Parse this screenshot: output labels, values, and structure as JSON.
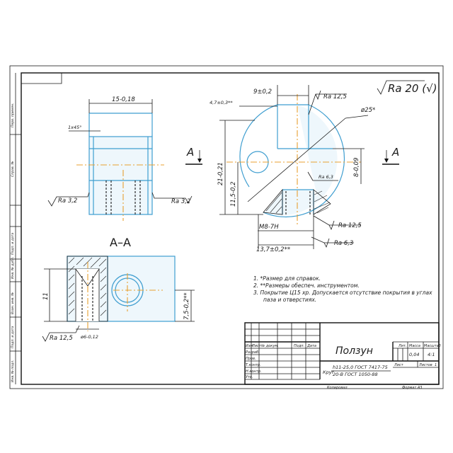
{
  "roughness_general": "Ra 20 (√)",
  "section_label": "А–А",
  "cut_marker_left": "А",
  "cut_marker_right": "А",
  "side_view": {
    "width_dim": "15-0,18",
    "chamfer": "1x45°",
    "ra_left": "Ra 3,2",
    "ra_right": "Ra 3,2"
  },
  "front_view": {
    "dim_top": "9±0,2",
    "dim_left_top": "4,7±0,3**",
    "dim_height": "21-0,21",
    "dim_inner_height": "11,5-0,2",
    "dim_bottom_width": "13,7±0,2**",
    "dim_right": "8-0,09",
    "dia": "ø25*",
    "thread": "M8-7H",
    "ra_top": "Ra 12,5",
    "ra_hole": "Ra 6,3",
    "ra_slot": "Ra 12,5",
    "ra_bottom": "Ra 6,3"
  },
  "section_view": {
    "height_dim": "11",
    "right_dim": "7,5-0,2**",
    "hole_dia": "ø6-0,12",
    "ra": "Ra 12,5"
  },
  "notes": [
    "1. *Размер для справок.",
    "2. **Размеры обеспеч. инструментом.",
    "3. Покрытие Ц15 хр. Допускается отсутствие покрытия в углах",
    "паза и отверстиях."
  ],
  "title_block": {
    "part_name": "Ползун",
    "material_line1": "h11-25,0 ГОСТ 7417-75",
    "material_line2": "20-В ГОСТ 1050-88",
    "material_prefix": "Круг",
    "col_lit": "Лит.",
    "col_mass": "Масса",
    "col_scale": "Масштаб",
    "mass": "0,04",
    "scale": "4:1",
    "sheet": "Лист",
    "sheets": "Листов",
    "sheets_count": "1",
    "rows": [
      "Изм",
      "Лист",
      "№ докум.",
      "Подп.",
      "Дата"
    ],
    "roles": [
      "Разраб.",
      "Пров.",
      "Т.контр.",
      "Н.контр.",
      "Утв."
    ],
    "copied": "Копировал",
    "format": "Формат   А3"
  },
  "left_strip": [
    "Перв. примен.",
    "Справ. №",
    "Подп. и дата",
    "Инв. № дубл.",
    "Взам. инв. №",
    "Подп. и дата",
    "Инв. № подл."
  ]
}
